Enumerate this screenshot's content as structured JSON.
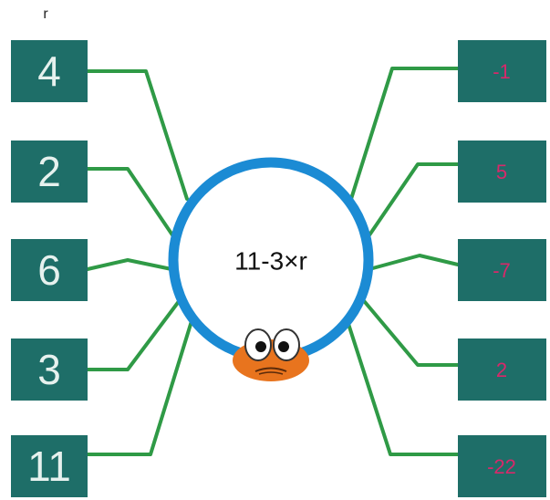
{
  "variable_label": "r",
  "rule": "11-3×r",
  "inputs": [
    "4",
    "2",
    "6",
    "3",
    "11"
  ],
  "outputs": [
    "-1",
    "5",
    "-7",
    "2",
    "-22"
  ],
  "colors": {
    "box": "#1e6e68",
    "leg": "#2f9a46",
    "ring": "#1b8bd4",
    "input_text": "#e6f1ee",
    "output_text": "#d8286a",
    "face": "#e8741e"
  },
  "mascot_icon": "spider-face-icon"
}
